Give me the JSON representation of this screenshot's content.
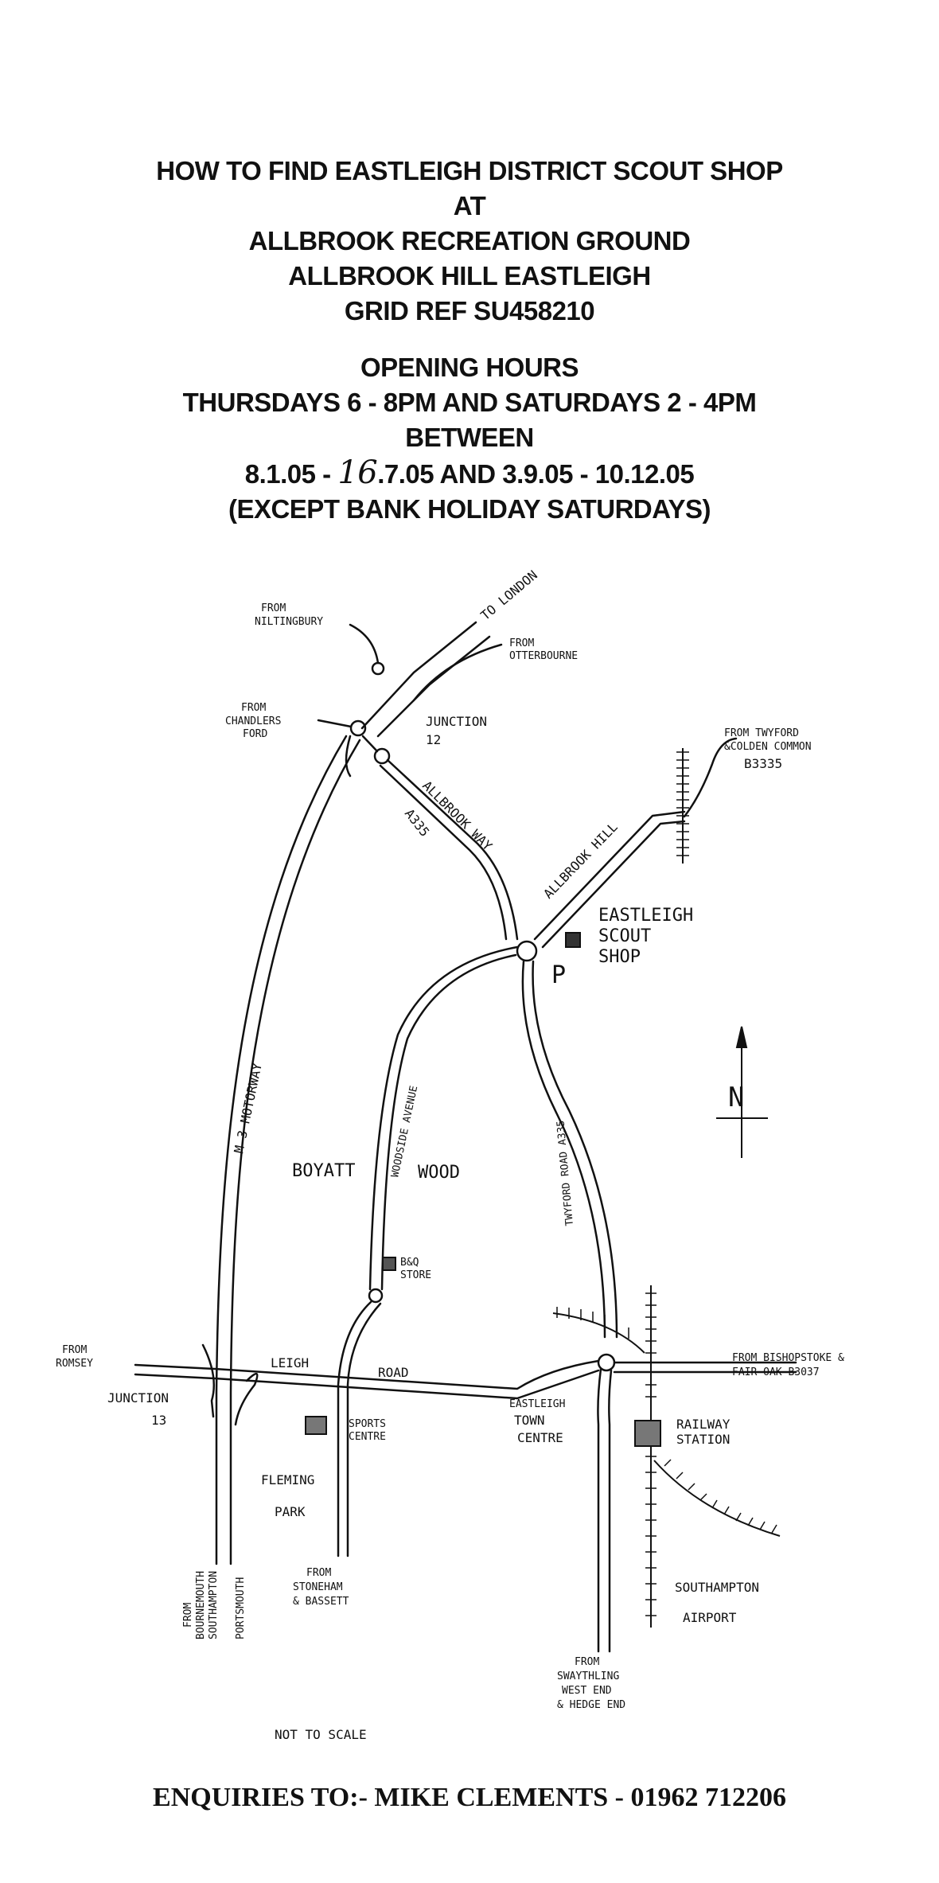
{
  "title": {
    "line1": "HOW TO FIND EASTLEIGH DISTRICT SCOUT SHOP",
    "line2": "AT",
    "line3": "ALLBROOK RECREATION GROUND",
    "line4": "ALLBROOK HILL EASTLEIGH",
    "line5": "GRID REF SU458210"
  },
  "hours": {
    "heading": "OPENING HOURS",
    "days": "THURSDAYS 6 - 8PM AND SATURDAYS 2 - 4PM",
    "between": "BETWEEN",
    "dates_pre": "8.1.05 - ",
    "dates_hand": "16",
    "dates_post": ".7.05 AND 3.9.05 - 10.12.05",
    "except": "(EXCEPT BANK HOLIDAY SATURDAYS)"
  },
  "map": {
    "labels": {
      "to_london": "TO LONDON",
      "from_nightingbury_1": "FROM",
      "from_nightingbury_2": "NILTINGBURY",
      "from_otterbourne_1": "FROM",
      "from_otterbourne_2": "OTTERBOURNE",
      "from_chandlers_1": "FROM",
      "from_chandlers_2": "CHANDLERS",
      "from_chandlers_3": "FORD",
      "junction12_1": "JUNCTION",
      "junction12_2": "12",
      "from_twyford_1": "FROM TWYFORD",
      "from_twyford_2": "&COLDEN COMMON",
      "from_twyford_3": "B3335",
      "allbrook_way": "ALLBROOK WAY",
      "a335": "A335",
      "allbrook_hill": "ALLBROOK HILL",
      "scout_shop_1": "EASTLEIGH",
      "scout_shop_2": "SCOUT",
      "scout_shop_3": "SHOP",
      "parking": "P",
      "north": "N",
      "m3_motorway": "M 3   MOTORWAY",
      "woodside_avenue": "WOODSIDE AVENUE",
      "twyford_road": "TWYFORD ROAD A335",
      "boyatt": "BOYATT",
      "wood": "WOOD",
      "bq_store_1": "B&Q",
      "bq_store_2": "STORE",
      "from_romsey_1": "FROM",
      "from_romsey_2": "ROMSEY",
      "junction13_1": "JUNCTION",
      "junction13_2": "13",
      "leigh": "LEIGH",
      "road": "ROAD",
      "eastleigh_tc_1": "EASTLEIGH",
      "eastleigh_tc_2": "TOWN",
      "eastleigh_tc_3": "CENTRE",
      "from_bishopstoke_1": "FROM BISHOPSTOKE &",
      "from_bishopstoke_2": "FAIR OAK B3037",
      "railway_station_1": "RAILWAY",
      "railway_station_2": "STATION",
      "sports_centre_1": "SPORTS",
      "sports_centre_2": "CENTRE",
      "fleming_1": "FLEMING",
      "fleming_2": "PARK",
      "from_bournemouth_1": "FROM",
      "from_bournemouth_2": "BOURNEMOUTH",
      "from_bournemouth_3": "SOUTHAMPTON",
      "from_bournemouth_4": "PORTSMOUTH",
      "from_stoneham_1": "FROM",
      "from_stoneham_2": "STONEHAM",
      "from_stoneham_3": "& BASSETT",
      "southampton_1": "SOUTHAMPTON",
      "southampton_2": "AIRPORT",
      "from_swaythling_1": "FROM",
      "from_swaythling_2": "SWAYTHLING",
      "from_swaythling_3": "WEST END",
      "from_swaythling_4": "& HEDGE END",
      "not_to_scale": "NOT TO SCALE"
    }
  },
  "footer": {
    "enquiries": "ENQUIRIES TO:- MIKE CLEMENTS - 01962  712206"
  }
}
